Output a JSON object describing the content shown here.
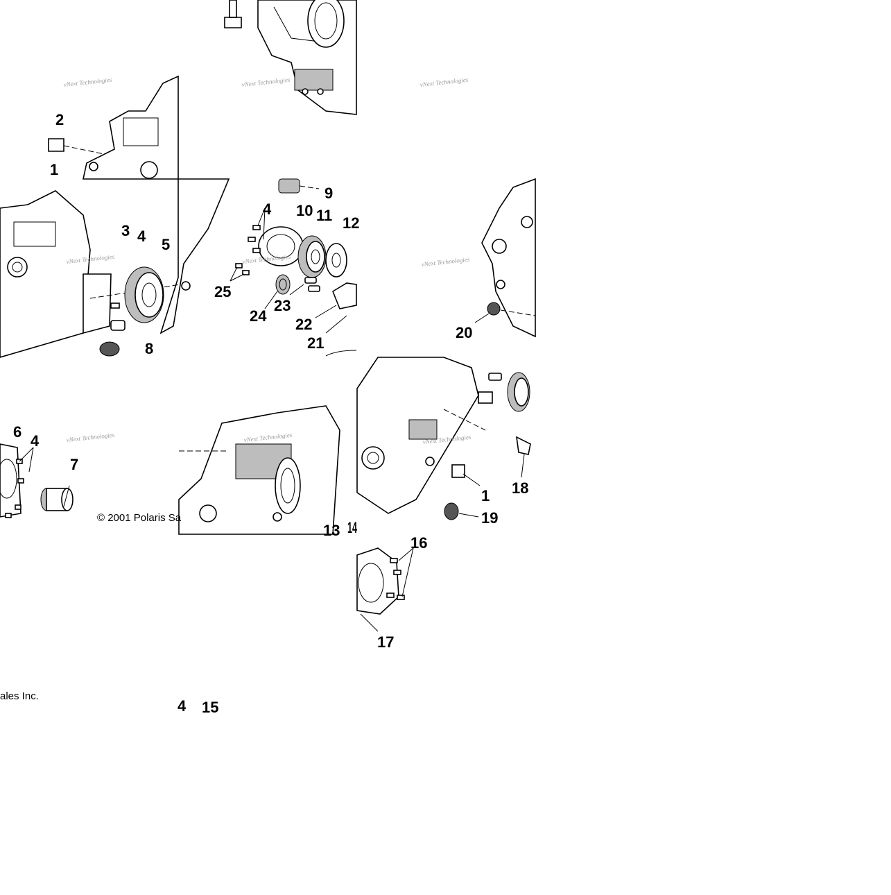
{
  "diagram": {
    "callouts": [
      "1",
      "2",
      "3",
      "4",
      "5",
      "6",
      "7",
      "8",
      "9",
      "10",
      "11",
      "12",
      "13",
      "14",
      "15",
      "16",
      "17",
      "18",
      "19",
      "20",
      "21",
      "22",
      "23",
      "24",
      "25"
    ],
    "watermark": "vNext Technologies",
    "copyright_part1": "© 2001 Polaris Sa",
    "copyright_part2": "ales Inc."
  }
}
